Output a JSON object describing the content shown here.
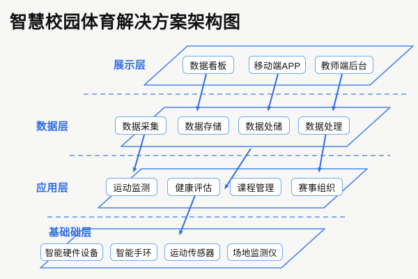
{
  "title": "智慧校园体育解决方案架构图",
  "colors": {
    "background": "#f7f7f5",
    "title_text": "#111111",
    "layer_label": "#2f6ce5",
    "parallelogram_stroke": "#4a86e8",
    "box_stroke": "#6ea8f5",
    "box_fill": "#ffffff",
    "arrow": "#2f6ce5",
    "separator": "#5a93ec"
  },
  "layers": [
    {
      "id": "presentation",
      "label": "展示层",
      "nodes": [
        {
          "label": "数据看板"
        },
        {
          "label": "移动端APP"
        },
        {
          "label": "教师端后台"
        }
      ]
    },
    {
      "id": "data",
      "label": "数据层",
      "nodes": [
        {
          "label": "数据采集"
        },
        {
          "label": "数据存储"
        },
        {
          "label": "数据处储"
        },
        {
          "label": "数据处理"
        }
      ]
    },
    {
      "id": "application",
      "label": "应用层",
      "nodes": [
        {
          "label": "运动监测"
        },
        {
          "label": "健康评估"
        },
        {
          "label": "课程管理"
        },
        {
          "label": "赛事组织"
        }
      ]
    },
    {
      "id": "foundation",
      "label": "基础础层",
      "nodes": [
        {
          "label": "智能硬件设备"
        },
        {
          "label": "智能手环"
        },
        {
          "label": "运动传感器"
        },
        {
          "label": "场地监测仪"
        }
      ]
    }
  ]
}
